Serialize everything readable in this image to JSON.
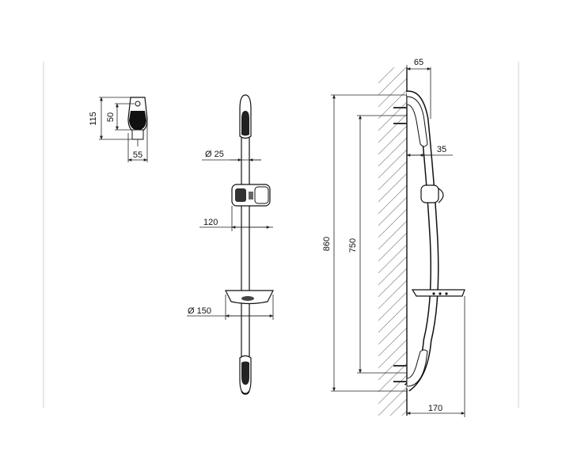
{
  "drawing": {
    "dimensions": {
      "holder_height": "115",
      "holder_width": "55",
      "holder_slot": "50",
      "rail_diameter": "Ø 25",
      "slider_width": "120",
      "dish_diameter": "Ø 150",
      "wall_offset_top": "65",
      "wall_offset_mid": "35",
      "dish_projection": "170",
      "overall_height": "860",
      "bracket_spacing": "750"
    }
  }
}
